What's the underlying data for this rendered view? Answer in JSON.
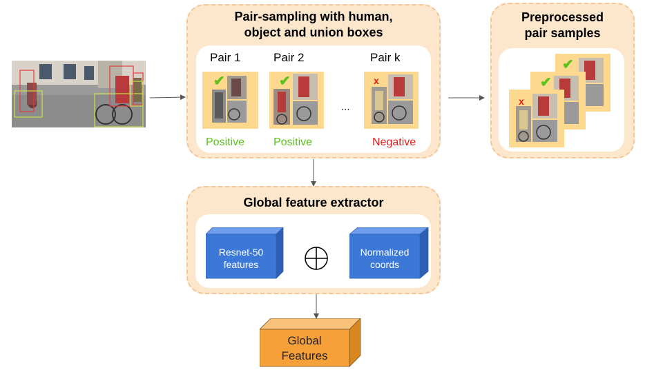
{
  "sampling": {
    "title_line1": "Pair-sampling with human,",
    "title_line2": "object and union boxes",
    "pairs": [
      {
        "label": "Pair 1",
        "status": "Positive",
        "mark": "check-icon"
      },
      {
        "label": "Pair 2",
        "status": "Positive",
        "mark": "check-icon"
      },
      {
        "label": "Pair k",
        "status": "Negative",
        "mark": "cross-icon"
      }
    ],
    "ellipsis": "...",
    "check_glyph": "✔",
    "cross_glyph": "x"
  },
  "preprocessed": {
    "title_line1": "Preprocessed",
    "title_line2": "pair samples"
  },
  "extractor": {
    "title": "Global feature extractor",
    "resnet_line1": "Resnet-50",
    "resnet_line2": "features",
    "coords_line1": "Normalized",
    "coords_line2": "coords",
    "combine_symbol": "circled-plus-icon"
  },
  "output": {
    "line1": "Global",
    "line2": "Features"
  },
  "colors": {
    "panel_fill": "#fde7cc",
    "panel_border": "#f6c595",
    "card_fill": "#fcd98f",
    "positive": "#5bc21c",
    "negative": "#e01d1d",
    "cube_blue": "#3c78d8",
    "cube_orange": "#f6a03a"
  }
}
